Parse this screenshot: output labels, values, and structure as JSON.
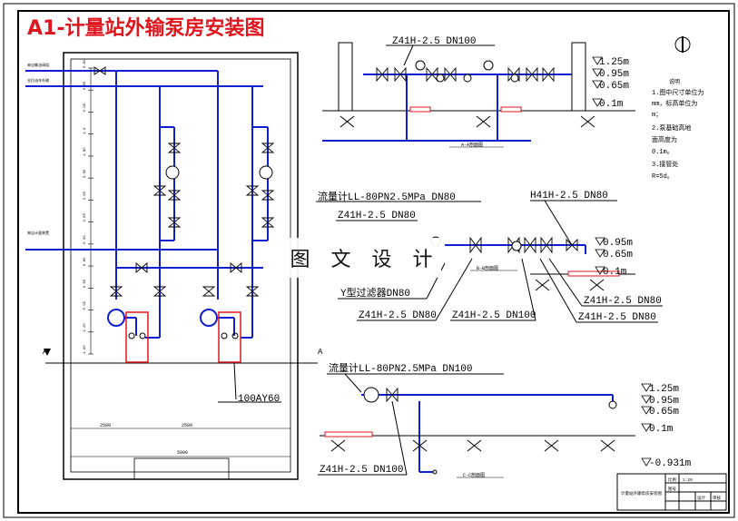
{
  "title": "A1-计量站外输泵房安装图",
  "watermark": "图 文 设 计",
  "plan": {
    "left_labels": [
      "来自集油阀组",
      "去拉油车外输",
      "来自计量装置"
    ],
    "pump_label": "100AY60",
    "section_mark": "A",
    "dims": [
      "2500",
      "2500",
      "5000"
    ],
    "left_elevs": [
      "0.65",
      "0.65",
      "0.95",
      "1.6",
      "1.85",
      "3.05",
      "3.65",
      "3.85",
      "0.95",
      "0.65",
      "0.65",
      "0.95",
      "1.25",
      "1.95"
    ]
  },
  "section_aa": {
    "valve_label": "Z41H-2.5 DN100",
    "caption": "A-A剖面图",
    "elevations": [
      "1.25m",
      "0.95m",
      "0.65m",
      "0.1m"
    ]
  },
  "section_bb": {
    "flowmeter_label": "流量计LL-80PN2.5MPa DN80",
    "valve_label": "Z41H-2.5 DN80",
    "check_label": "H41H-2.5 DN80",
    "strainer_label": "Y型过滤器DN80",
    "bottom_labels": [
      "Z41H-2.5 DN80",
      "Z41H-2.5 DN100",
      "Z41H-2.5 DN80"
    ],
    "right_valve_label": "Z41H-2.5 DN80",
    "caption": "B-B剖面图",
    "elevations": [
      "0.95m",
      "0.65m",
      "0.1m"
    ]
  },
  "section_cc": {
    "flowmeter_label": "流量计LL-80PN2.5MPa DN100",
    "valve_label": "Z41H-2.5 DN100",
    "caption": "C-C剖面图",
    "elevations": [
      "1.25m",
      "0.95m",
      "0.65m",
      "0.1m",
      "-0.931m"
    ]
  },
  "notes": {
    "heading": "说明",
    "lines": [
      "1.图中尺寸单位为",
      "mm，标高单位为",
      "m；",
      "2.泵基础高地",
      "面高度为",
      "0.1m。",
      "3.接管处",
      "R=5d。"
    ]
  },
  "title_block": {
    "name": "计量站外输泵房安装图",
    "cells": [
      "比例",
      "1:20",
      "图号",
      "",
      "设计",
      "审核"
    ]
  },
  "colors": {
    "pipe": "#1020d0",
    "red": "#e0161f",
    "line": "#000000"
  }
}
